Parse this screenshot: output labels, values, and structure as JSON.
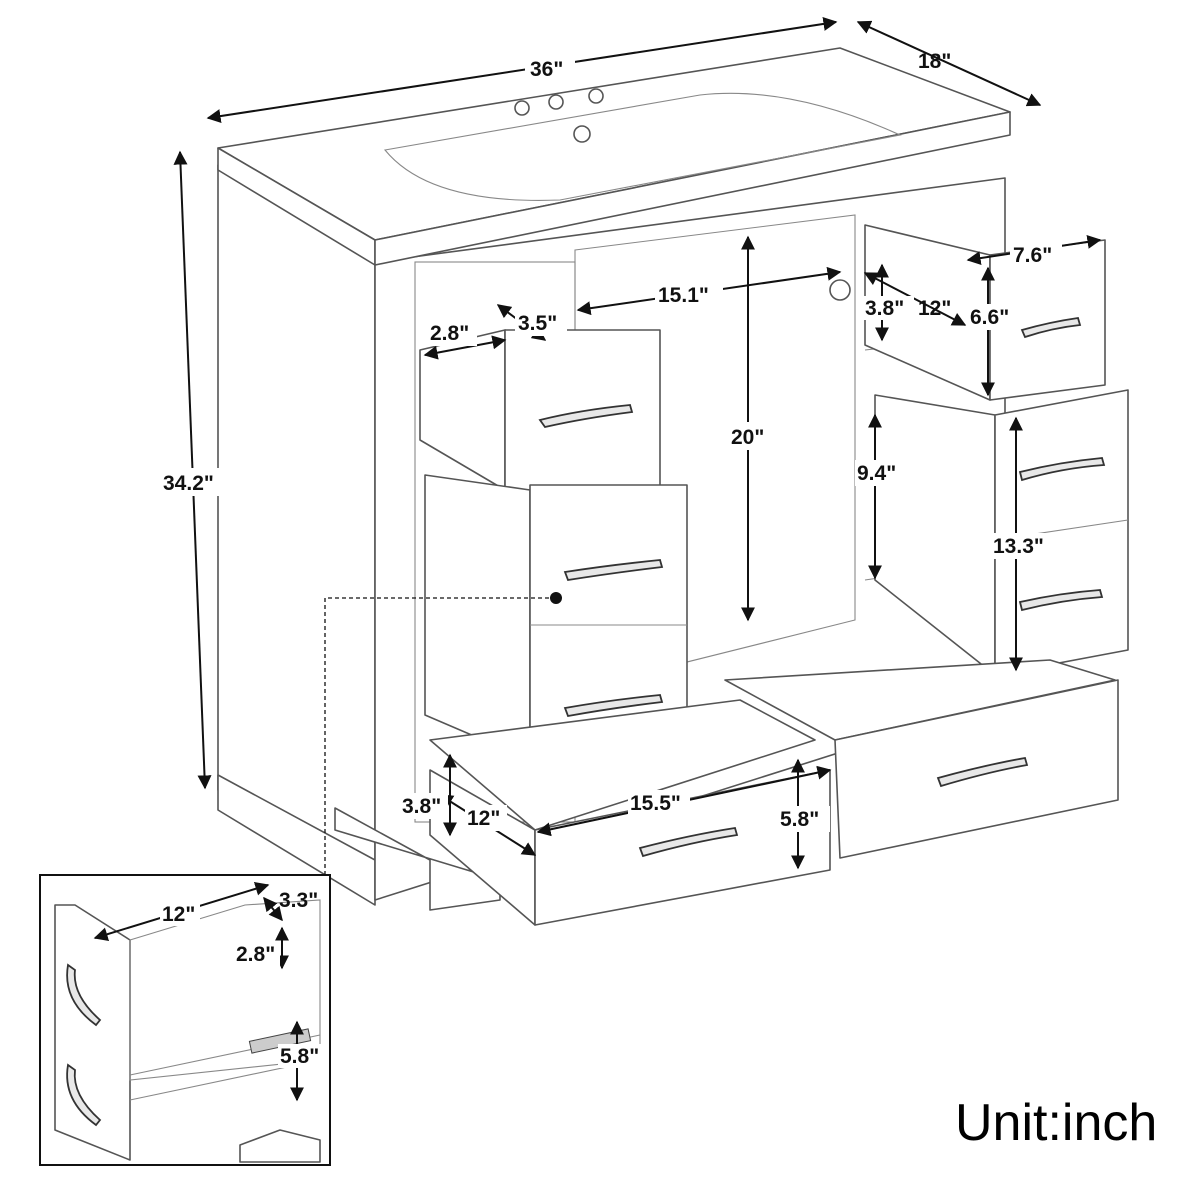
{
  "dimensions": {
    "width": "36\"",
    "depth": "18\"",
    "height": "34.2\"",
    "cabinet_opening_width": "15.1\"",
    "cabinet_opening_height": "20\"",
    "left_top_drawer_inner_width": "2.8\"",
    "left_top_drawer_inner_height": "3.5\"",
    "right_top_drawer_width": "7.6\"",
    "right_top_drawer_height": "6.6\"",
    "right_top_drawer_inner_height": "3.8\"",
    "right_top_drawer_depth": "12\"",
    "right_middle_inner_height": "9.4\"",
    "right_middle_drawer_height": "13.3\"",
    "bottom_drawer_inner_height": "3.8\"",
    "bottom_drawer_depth": "12\"",
    "bottom_drawer_width": "15.5\"",
    "bottom_drawer_height": "5.8\""
  },
  "inset": {
    "depth": "12\"",
    "top_gap": "3.3\"",
    "inner_height": "2.8\"",
    "drawer_height": "5.8\""
  },
  "unit_label": "Unit:inch"
}
